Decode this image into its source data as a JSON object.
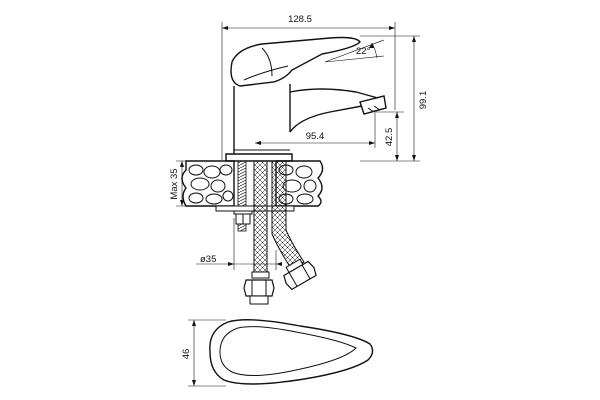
{
  "drawing": {
    "dimensions": {
      "total_length": "128.5",
      "spout_reach": "95.4",
      "total_height": "99.1",
      "spout_height": "42.5",
      "lever_angle": "22°",
      "max_counter_thickness": "Max 35",
      "hole_diameter": "ø35",
      "lever_width": "46"
    }
  }
}
